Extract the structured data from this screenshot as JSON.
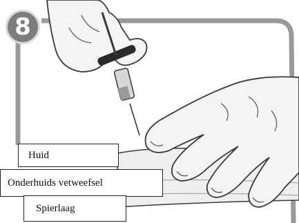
{
  "step": {
    "number": "8"
  },
  "labels": {
    "skin": "Huid",
    "subcutaneous_fat": "Onderhuids vetweefsel",
    "muscle_layer": "Spierlaag"
  },
  "colors": {
    "outline": "#3a3a3a",
    "skin_fill": "#ececec",
    "panel_fill": "#f5f5f5",
    "badge": "#7d7d7d",
    "syringe_plunger": "#2a2a2a"
  }
}
